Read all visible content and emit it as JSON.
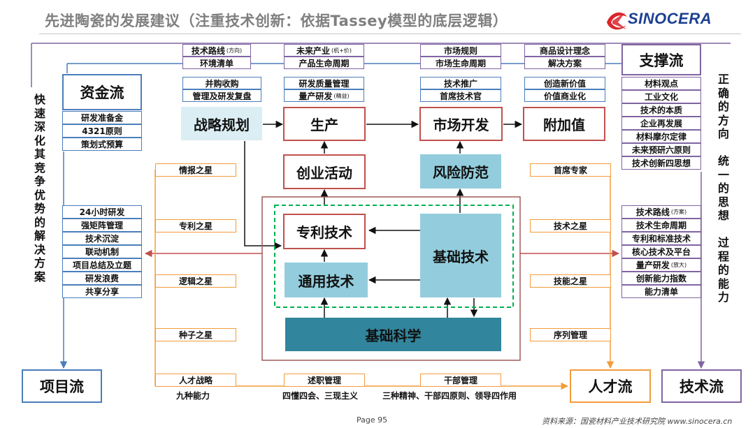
{
  "header": {
    "title": "先进陶瓷的发展建议（注重技术创新：依据Tassey模型的底层逻辑）",
    "logo_text": "SINOCERA"
  },
  "top_row": {
    "strategy": [
      "技术路线",
      "环境清单",
      "并购收购",
      "管理及研发复盘"
    ],
    "strategy_small": "(方向)",
    "production": [
      "未来产业",
      "产品生命周期",
      "研发质量管理",
      "量产研发"
    ],
    "production_small": [
      "(机+价)",
      "(精益)"
    ],
    "market": [
      "市场规则",
      "市场生命周期",
      "技术推广",
      "首席技术官"
    ],
    "value_added": [
      "商品设计理念",
      "解决方案",
      "创造新价值",
      "价值商业化"
    ]
  },
  "main": {
    "strategy": "战略规划",
    "production": "生产",
    "market": "市场开发",
    "value_added": "附加值",
    "venture": "创业活动",
    "risk": "风险防范",
    "patent": "专利技术",
    "generic": "通用技术",
    "infra": "基础技术",
    "science": "基础科学"
  },
  "left": {
    "side_text": "快速深化其竞争优势的解决方案",
    "capital_flow": "资金流",
    "capital_items": [
      "研发准备金",
      "4321原则",
      "策划式预算"
    ],
    "project_items": [
      "24小时研发",
      "强矩阵管理",
      "技术沉淀",
      "联动机制",
      "项目总结及立题",
      "研发浪费",
      "共享分享"
    ],
    "project_flow": "项目流"
  },
  "right": {
    "side_text": "正确的方向 统一的思想 过程的能力",
    "support_flow": "支撑流",
    "support_items": [
      "材料观点",
      "工业文化",
      "技术的本质",
      "企业再发展",
      "材料摩尔定律",
      "未来预研六原则",
      "技术创新四思想"
    ],
    "tech_items": [
      "技术路线",
      "技术生命周期",
      "专利和标准技术",
      "核心技术及平台",
      "量产研发",
      "创新能力指数",
      "能力清单"
    ],
    "tech_small": [
      "(方案)",
      "(放大)"
    ],
    "tech_flow": "技术流"
  },
  "talent": {
    "left_stars": [
      "情报之星",
      "专利之星",
      "逻辑之星",
      "种子之星",
      "人才战略"
    ],
    "left_note": "九种能力",
    "right_stars": [
      "首席专家",
      "技术之星",
      "技能之星",
      "序列管理"
    ],
    "mid_boxes": [
      "述职管理",
      "干部管理"
    ],
    "mid_notes": [
      "四懂四会、三现主义",
      "三种精神、干部四原则、领导四作用"
    ],
    "talent_flow": "人才流"
  },
  "footer": {
    "page": "Page 95",
    "source": "资料来源：国瓷材料产业技术研究院  www.sinocera.cn"
  },
  "colors": {
    "purple": "#8064a2",
    "blue": "#4a7ebb",
    "orange": "#f39c3c",
    "red": "#c0504d",
    "teal": "#31859c",
    "green": "#00b050"
  }
}
